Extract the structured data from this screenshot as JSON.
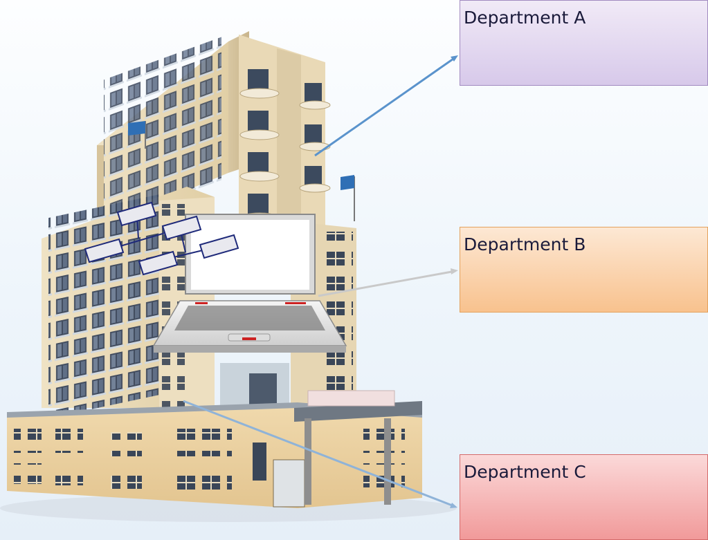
{
  "departments": [
    {
      "label": "Department A",
      "color": "#d7c9ea",
      "arrow_color": "#5a93cc"
    },
    {
      "label": "Department B",
      "color": "#f8c28e",
      "arrow_color": "#c9c9c9"
    },
    {
      "label": "Department C",
      "color": "#f19a9a",
      "arrow_color": "#8fb3d8"
    }
  ]
}
